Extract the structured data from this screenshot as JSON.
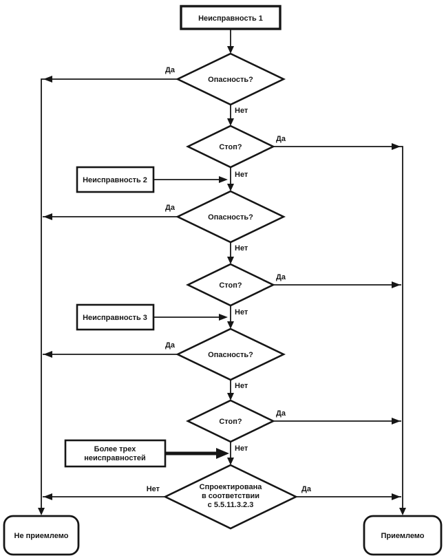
{
  "flowchart": {
    "nodes": {
      "fault1": "Неисправность 1",
      "fault2": "Неисправность 2",
      "fault3": "Неисправность 3",
      "more_than_three_line1": "Более трех",
      "more_than_three_line2": "неисправностей",
      "danger": "Опасность?",
      "stop": "Стоп?",
      "designed_line1": "Спроектирована",
      "designed_line2": "в соответствии",
      "designed_line3": "с 5.5.11.3.2.3",
      "not_acceptable": "Не приемлемо",
      "acceptable": "Приемлемо"
    },
    "labels": {
      "yes": "Да",
      "no": "Нет"
    }
  },
  "colors": {
    "line": "#161616",
    "background": "#ffffff",
    "node_fill": "#ffffff",
    "text": "#161616"
  }
}
